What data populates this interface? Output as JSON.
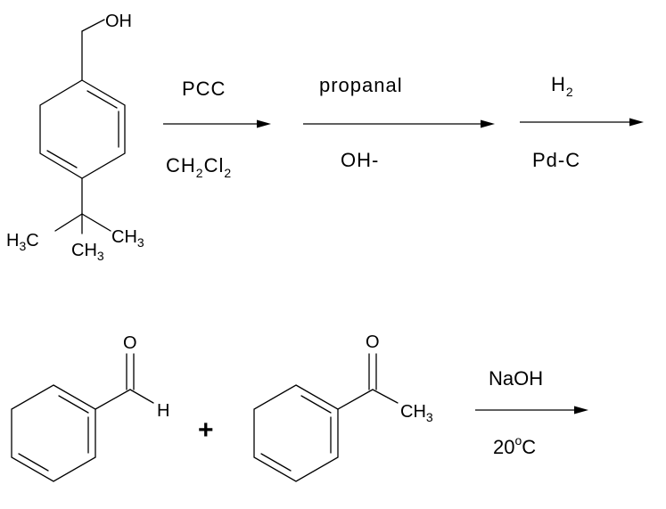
{
  "scheme1": {
    "start_material": {
      "hydroxyl": "OH",
      "tbu_left_h": "H",
      "tbu_left_sub": "3",
      "tbu_left_c": "C",
      "tbu_right_c": "CH",
      "tbu_right_sub": "3",
      "tbu_bottom_c": "CH",
      "tbu_bottom_sub": "3"
    },
    "step1": {
      "above": "PCC",
      "below_a": "CH",
      "below_sub1": "2",
      "below_b": "Cl",
      "below_sub2": "2"
    },
    "step2": {
      "above": "propanal",
      "below": "OH-"
    },
    "step3": {
      "above": "H",
      "above_sub": "2",
      "below": "Pd-C"
    }
  },
  "scheme2": {
    "benzaldehyde": {
      "oxygen": "O",
      "hydrogen": "H"
    },
    "plus": "+",
    "acetophenone": {
      "oxygen": "O",
      "methyl": "CH",
      "methyl_sub": "3"
    },
    "step": {
      "above": "NaOH",
      "below_num": "20",
      "below_sup": "o",
      "below_unit": "C"
    }
  }
}
